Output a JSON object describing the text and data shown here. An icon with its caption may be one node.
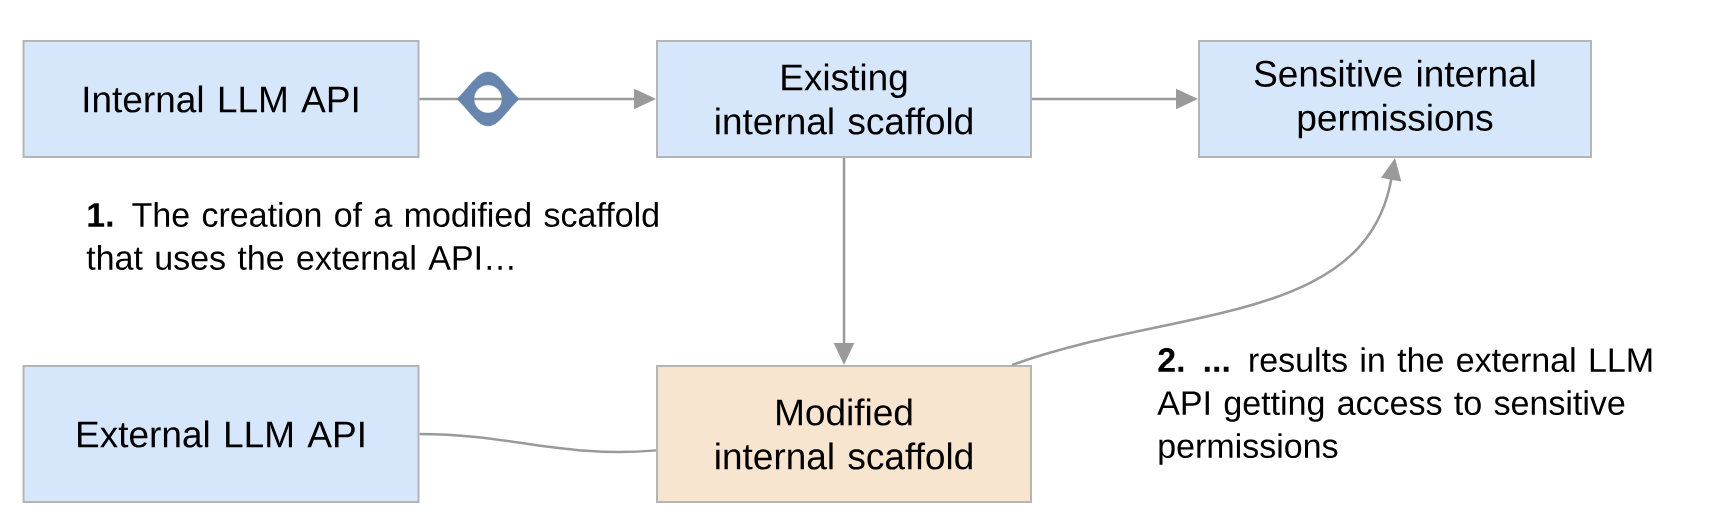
{
  "diagram": {
    "nodes": [
      {
        "text": [
          "Internal LLM API"
        ]
      },
      {
        "text": [
          "Existing internal scaffold"
        ]
      },
      {
        "text": [
          "Sensitive internal permissions"
        ]
      },
      {
        "text": [
          "External LLM API"
        ]
      },
      {
        "text": [
          "Modified internal scaffold"
        ]
      }
    ],
    "edges": [
      {
        "from": 0,
        "to": 1,
        "arrow": "to"
      },
      {
        "from": 1,
        "to": 2,
        "arrow": "to"
      },
      {
        "from": 1,
        "to": 4,
        "arrow": "to"
      },
      {
        "from": 4,
        "to": 2,
        "arrow": "to"
      },
      {
        "from": 3,
        "to": 4,
        "arrow": "none"
      }
    ],
    "labels": [
      "**1.** The creation of a modified scaffold that uses the external API…",
      "**2. ...** results in the external LLM API getting access to sensitive permissions"
    ]
  }
}
